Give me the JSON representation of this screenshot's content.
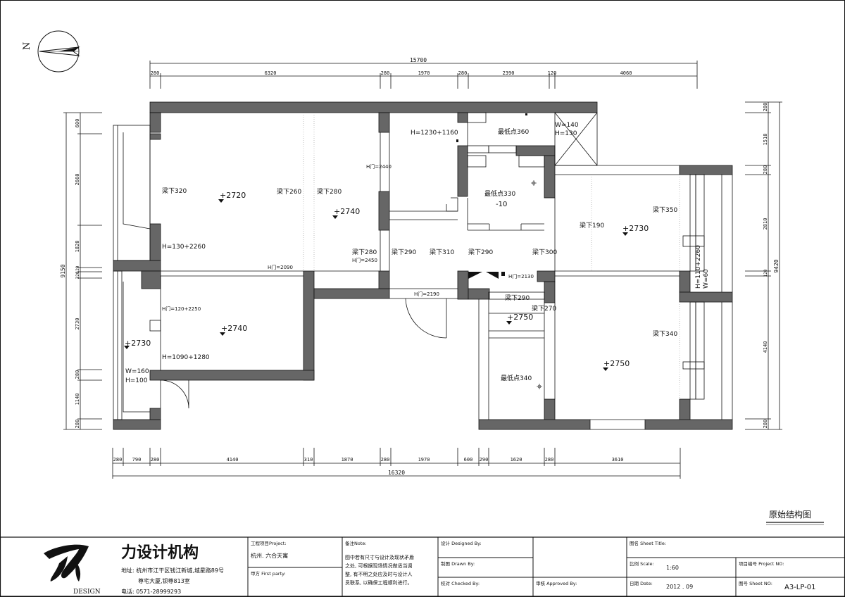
{
  "compass": {
    "north_label": "N"
  },
  "dimensions": {
    "top_total": "15700",
    "top": [
      "280",
      "6320",
      "280",
      "1970",
      "280",
      "2390",
      "120",
      "4060"
    ],
    "bottom_total": "16320",
    "bottom": [
      "280",
      "790",
      "280",
      "4140",
      "310",
      "1870",
      "280",
      "1970",
      "600",
      "290",
      "1620",
      "280",
      "3610"
    ],
    "left_total": "9150",
    "left": [
      "600",
      "2660",
      "1820",
      "120",
      "320",
      "2730",
      "280",
      "1140",
      "280"
    ],
    "right_total": "9420",
    "right": [
      "280",
      "1510",
      "280",
      "2810",
      "120",
      "4140",
      "280"
    ]
  },
  "labels": {
    "elev_2720": "+2720",
    "elev_2740a": "+2740",
    "elev_2740b": "+2740",
    "elev_2730a": "+2730",
    "elev_2730b": "+2730",
    "elev_2750a": "+2750",
    "elev_2750b": "+2750",
    "beam_320": "梁下320",
    "beam_260": "梁下260",
    "beam_280a": "梁下280",
    "beam_280b": "梁下280",
    "beam_290a": "梁下290",
    "beam_310": "梁下310",
    "beam_290b": "梁下290",
    "beam_300": "梁下300",
    "beam_190": "梁下190",
    "beam_350": "梁下350",
    "beam_290c": "梁下290",
    "beam_270": "梁下270",
    "beam_340": "梁下340",
    "lowest_360": "最低点360",
    "lowest_330": "最低点330",
    "lowest_330_sub": "-10",
    "lowest_340": "最低点340",
    "h_window_top": "H=1230+1160",
    "h_window_left": "H=130+2260",
    "h_window_left2": "H=1090+1280",
    "h_window_right": "H=110+2260",
    "w_right": "W=60",
    "w_top": "W=140",
    "h_top": "H=130",
    "w_left": "W=160",
    "h_left": "H=100",
    "door_2440": "H门=2440",
    "door_2090": "H门=2090",
    "door_2450": "H门=2450",
    "door_2250": "H门=120+2250",
    "door_2190": "H门=2190",
    "door_2130": "H门=2130"
  },
  "sheet_title": "原始结构图",
  "title_block": {
    "company": "力设计机构",
    "logo_caption": "DESIGN",
    "address_line1": "地址: 杭州市江干区钱江新城,城星路89号",
    "address_line2": "尊宅大厦,钡尊813室",
    "phone": "电话: 0571-28999293",
    "project_label": "工程项目Project:",
    "project_value": "杭州. 六合天寓",
    "client_label": "甲方 First party:",
    "notes_label": "备注Note:",
    "notes_line1": "图中若有尺寸与设计及现状矛盾",
    "notes_line2": "之处, 可根据现场情况做适当调",
    "notes_line3": "整, 有不明之处应及时与设计人",
    "notes_line4": "员联系, 以确保工程顺利进行。",
    "design_label": "设计 Designed By:",
    "drawn_label": "制图 Drawn By:",
    "checked_label": "校对 Checked By:",
    "approved_label": "审核 Approved By:",
    "title_label": "图名 Sheet Title:",
    "scale_label": "比例 Scale:",
    "scale_value": "1:60",
    "projno_label": "项目编号 Project NO:",
    "date_label": "日期 Date:",
    "date_value": "2012 . 09",
    "sheetno_label": "图号 Sheet NO:",
    "sheetno_value": "A3-LP-01"
  },
  "colors": {
    "wall": "#666666",
    "line": "#111111"
  }
}
